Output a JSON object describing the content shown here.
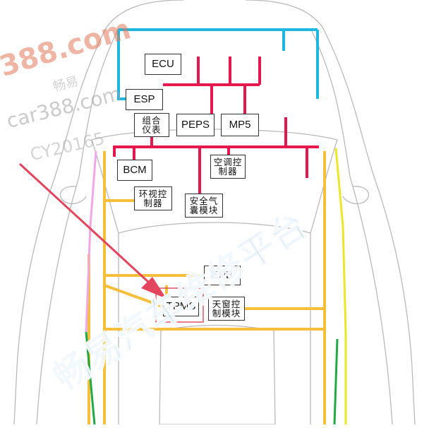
{
  "modules": {
    "ecu": "ECU",
    "esp": "ESP",
    "combo": "组合\n仪表",
    "peps": "PEPS",
    "mp5": "MP5",
    "bcm": "BCM",
    "ac": "空调控\n制器",
    "surround": "环视控\n制器",
    "airbag": "安全气\n囊模块",
    "epb": "EPB",
    "tpms": "TPMS",
    "sunroof": "天窗控\n制模块"
  },
  "watermarks": {
    "site_a": "388.com",
    "site_b": "car388.com",
    "code": "CY20165",
    "small": "畅易",
    "platform": "畅易汽车维修平台"
  },
  "colors": {
    "bus_cyan": "#1eb7dd",
    "bus_red": "#e5174f",
    "bus_orange": "#f5bf3c",
    "wire_yellow": "#ece62a",
    "wire_pink": "#f0a7e6",
    "wire_green": "#22a845",
    "arrow": "#e3445e",
    "highlight_box": "#d44b57",
    "car_outline": "#b9b9b9"
  }
}
